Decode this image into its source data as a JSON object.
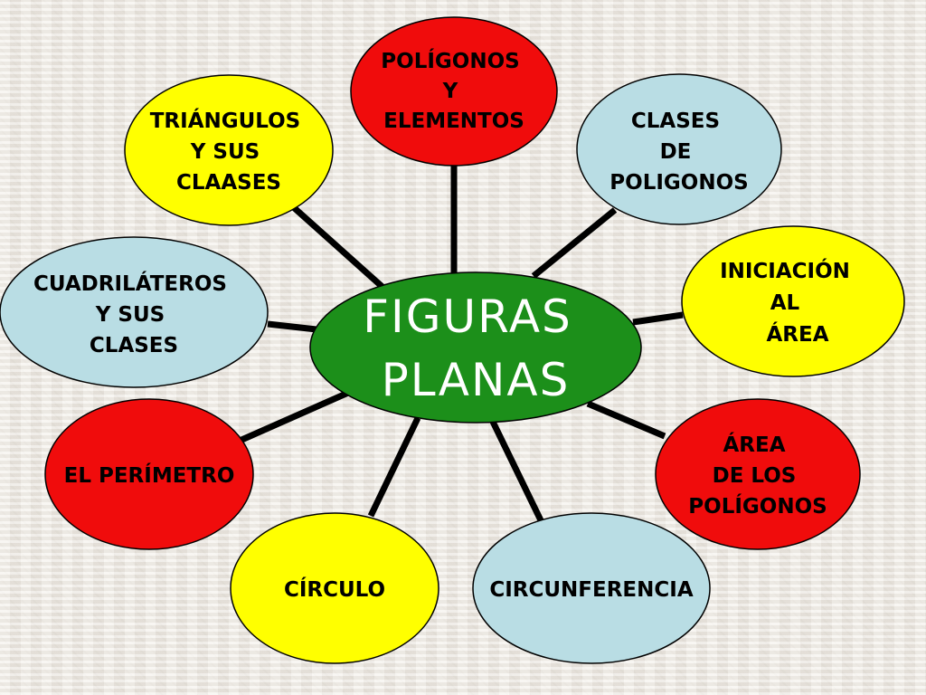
{
  "center": {
    "lines": [
      "FIGURAS",
      "PLANAS"
    ],
    "color": "#1c8f1a"
  },
  "nodes": [
    {
      "id": "poligonos-elementos",
      "lines": [
        "POLÍGONOS",
        "Y",
        "ELEMENTOS"
      ],
      "color": "#f00c0c"
    },
    {
      "id": "clases-poligonos",
      "lines": [
        "CLASES",
        "DE",
        "POLIGONOS"
      ],
      "color": "#b9dde4"
    },
    {
      "id": "iniciacion-area",
      "lines": [
        "INICIACIÓN",
        "AL",
        "ÁREA"
      ],
      "color": "#ffff00"
    },
    {
      "id": "area-poligonos",
      "lines": [
        "ÁREA",
        "DE LOS",
        "POLÍGONOS"
      ],
      "color": "#f00c0c"
    },
    {
      "id": "circunferencia",
      "lines": [
        "CIRCUNFERENCIA"
      ],
      "color": "#b9dde4"
    },
    {
      "id": "circulo",
      "lines": [
        "CÍRCULO"
      ],
      "color": "#ffff00"
    },
    {
      "id": "perimetro",
      "lines": [
        "EL PERÍMETRO"
      ],
      "color": "#f00c0c"
    },
    {
      "id": "cuadrilateros",
      "lines": [
        "CUADRILÁTEROS",
        "Y SUS",
        "CLASES"
      ],
      "color": "#b9dde4"
    },
    {
      "id": "triangulos",
      "lines": [
        "TRIÁNGULOS",
        "Y SUS",
        "CLAASES"
      ],
      "color": "#ffff00"
    }
  ]
}
